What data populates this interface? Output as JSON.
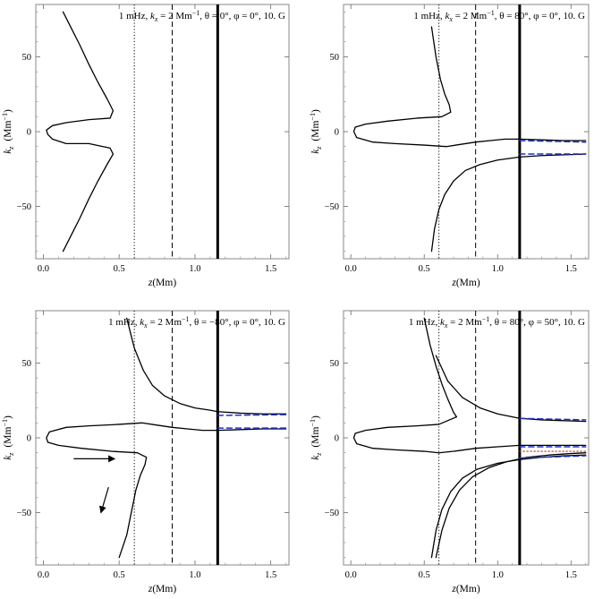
{
  "chart_data": [
    {
      "type": "line",
      "title": "1 mHz, k_x = 2 Mm^-1, θ = 0°, φ = 0°, 10. G",
      "title_parts": {
        "freq": "1 mHz, ",
        "kx_sym": "k",
        "kx_sub": "x",
        "kx_val": " = 2 Mm",
        "kx_exp": "−1",
        "theta": ", θ = 0°, ",
        "phi": "φ = 0°, 10. G"
      },
      "xlabel": "z",
      "xunit": "(Mm)",
      "ylabel": "k",
      "ylabel_sub": "z",
      "yunit": "(Mm",
      "yunit_exp": "−1",
      "yunit_close": ")",
      "xlim": [
        -0.05,
        1.62
      ],
      "ylim": [
        -85,
        85
      ],
      "xticks": [
        "0.0",
        "0.5",
        "1.0",
        "1.5"
      ],
      "xtick_values": [
        0.0,
        0.5,
        1.0,
        1.5
      ],
      "yticks": [
        "50",
        "0",
        "−50"
      ],
      "ytick_values": [
        50,
        0,
        -50
      ],
      "vlines": [
        {
          "x": 0.6,
          "style": "dotted"
        },
        {
          "x": 0.85,
          "style": "dashed"
        },
        {
          "x": 1.15,
          "style": "thick"
        }
      ],
      "series": [
        {
          "style": "solid",
          "color": "#000000",
          "x": [
            0.13,
            0.18,
            0.24,
            0.3,
            0.36,
            0.42,
            0.46,
            0.44,
            0.3,
            0.15,
            0.06,
            0.02,
            0.03,
            0.06,
            0.15,
            0.3,
            0.44,
            0.46,
            0.42,
            0.36,
            0.3,
            0.24,
            0.18,
            0.13
          ],
          "y": [
            80,
            70,
            58,
            45,
            33,
            22,
            14,
            9,
            8,
            6,
            4,
            1,
            -2,
            -5,
            -8,
            -8,
            -11,
            -15,
            -22,
            -33,
            -45,
            -58,
            -70,
            -80
          ]
        }
      ],
      "arrows": []
    },
    {
      "type": "line",
      "title": "1 mHz, k_x = 2 Mm^-1, θ = 80°, φ = 0°, 10. G",
      "title_parts": {
        "freq": "1 mHz, ",
        "kx_sym": "k",
        "kx_sub": "x",
        "kx_val": " = 2 Mm",
        "kx_exp": "−1",
        "theta": ", θ = 80°, ",
        "phi": "φ = 0°, 10. G"
      },
      "xlabel": "z",
      "xunit": "(Mm)",
      "ylabel": "k",
      "ylabel_sub": "z",
      "yunit": "(Mm",
      "yunit_exp": "−1",
      "yunit_close": ")",
      "xlim": [
        -0.05,
        1.62
      ],
      "ylim": [
        -85,
        85
      ],
      "xticks": [
        "0.0",
        "0.5",
        "1.0",
        "1.5"
      ],
      "xtick_values": [
        0.0,
        0.5,
        1.0,
        1.5
      ],
      "yticks": [
        "50",
        "0",
        "−50"
      ],
      "ytick_values": [
        50,
        0,
        -50
      ],
      "vlines": [
        {
          "x": 0.6,
          "style": "dotted"
        },
        {
          "x": 0.85,
          "style": "dashed"
        },
        {
          "x": 1.15,
          "style": "thick"
        }
      ],
      "series": [
        {
          "style": "solid",
          "color": "#000000",
          "x": [
            0.55,
            0.58,
            0.61,
            0.64,
            0.67,
            0.68,
            0.62,
            0.45,
            0.25,
            0.1,
            0.03,
            0.02,
            0.04,
            0.15,
            0.3,
            0.5,
            0.65,
            0.75,
            0.85,
            0.95,
            1.05,
            1.15,
            1.3,
            1.45,
            1.6
          ],
          "y": [
            70,
            50,
            35,
            25,
            18,
            13,
            10,
            9,
            7,
            5,
            3,
            0,
            -4,
            -7,
            -8,
            -9,
            -10,
            -8.5,
            -7,
            -6,
            -5,
            -5,
            -5.5,
            -6,
            -6
          ]
        },
        {
          "style": "solid",
          "color": "#000000",
          "x": [
            0.55,
            0.57,
            0.6,
            0.64,
            0.7,
            0.78,
            0.88,
            1.0,
            1.15,
            1.3,
            1.45,
            1.6
          ],
          "y": [
            -80,
            -65,
            -52,
            -42,
            -33,
            -26,
            -22,
            -19,
            -17,
            -16,
            -15.5,
            -15
          ]
        },
        {
          "style": "dashed",
          "color": "#1f2fc7",
          "x": [
            1.15,
            1.6
          ],
          "y": [
            -6,
            -7
          ]
        },
        {
          "style": "dashed",
          "color": "#1f2fc7",
          "x": [
            1.15,
            1.6
          ],
          "y": [
            -15,
            -15
          ]
        }
      ],
      "arrows": []
    },
    {
      "type": "line",
      "title": "1 mHz, k_x = 2 Mm^-1, θ = −80°, φ = 0°, 10. G",
      "title_parts": {
        "freq": "1 mHz, ",
        "kx_sym": "k",
        "kx_sub": "x",
        "kx_val": " = 2 Mm",
        "kx_exp": "−1",
        "theta": ", θ = −80°, ",
        "phi": "φ = 0°, 10. G"
      },
      "xlabel": "z",
      "xunit": "(Mm)",
      "ylabel": "k",
      "ylabel_sub": "z",
      "yunit": "(Mm",
      "yunit_exp": "−1",
      "yunit_close": ")",
      "xlim": [
        -0.05,
        1.62
      ],
      "ylim": [
        -85,
        85
      ],
      "xticks": [
        "0.0",
        "0.5",
        "1.0",
        "1.5"
      ],
      "xtick_values": [
        0.0,
        0.5,
        1.0,
        1.5
      ],
      "yticks": [
        "50",
        "0",
        "−50"
      ],
      "ytick_values": [
        50,
        0,
        -50
      ],
      "vlines": [
        {
          "x": 0.6,
          "style": "dotted"
        },
        {
          "x": 0.85,
          "style": "dashed"
        },
        {
          "x": 1.15,
          "style": "thick"
        }
      ],
      "series": [
        {
          "style": "solid",
          "color": "#000000",
          "x": [
            0.55,
            0.6,
            0.66,
            0.72,
            0.8,
            0.9,
            1.0,
            1.1,
            1.15,
            1.3,
            1.45,
            1.6
          ],
          "y": [
            80,
            60,
            45,
            35,
            28,
            23,
            20,
            18.5,
            17.5,
            16.5,
            16,
            16
          ]
        },
        {
          "style": "solid",
          "color": "#000000",
          "x": [
            1.6,
            1.45,
            1.3,
            1.15,
            1.05,
            0.95,
            0.85,
            0.75,
            0.65,
            0.5,
            0.3,
            0.15,
            0.04,
            0.02,
            0.03,
            0.1,
            0.25,
            0.45,
            0.62,
            0.68,
            0.67,
            0.64,
            0.61,
            0.58,
            0.55,
            0.5
          ],
          "y": [
            6,
            6,
            5.5,
            5,
            5,
            6,
            7,
            8.5,
            10,
            9,
            8,
            7,
            4,
            0,
            -3,
            -5,
            -7,
            -9,
            -10,
            -13,
            -18,
            -25,
            -35,
            -50,
            -65,
            -80
          ]
        },
        {
          "style": "dashed",
          "color": "#1f2fc7",
          "x": [
            1.15,
            1.6
          ],
          "y": [
            15,
            15.5
          ]
        },
        {
          "style": "dashed",
          "color": "#1f2fc7",
          "x": [
            1.15,
            1.6
          ],
          "y": [
            6.5,
            6.5
          ]
        }
      ],
      "arrows": [
        {
          "x1": 0.2,
          "y1": -14,
          "x2": 0.47,
          "y2": -14
        },
        {
          "x1": 0.43,
          "y1": -33,
          "x2": 0.38,
          "y2": -50
        }
      ]
    },
    {
      "type": "line",
      "title": "1 mHz, k_x = 2 Mm^-1, θ = 80°, φ = 50°, 10. G",
      "title_parts": {
        "freq": "1 mHz, ",
        "kx_sym": "k",
        "kx_sub": "x",
        "kx_val": " = 2 Mm",
        "kx_exp": "−1",
        "theta": ", θ = 80°, ",
        "phi": "φ = 50°, 10. G"
      },
      "xlabel": "z",
      "xunit": "(Mm)",
      "ylabel": "k",
      "ylabel_sub": "z",
      "yunit": "(Mm",
      "yunit_exp": "−1",
      "yunit_close": ")",
      "xlim": [
        -0.05,
        1.62
      ],
      "ylim": [
        -85,
        85
      ],
      "xticks": [
        "0.0",
        "0.5",
        "1.0",
        "1.5"
      ],
      "xtick_values": [
        0.0,
        0.5,
        1.0,
        1.5
      ],
      "yticks": [
        "50",
        "0",
        "−50"
      ],
      "ytick_values": [
        50,
        0,
        -50
      ],
      "vlines": [
        {
          "x": 0.6,
          "style": "dotted"
        },
        {
          "x": 0.85,
          "style": "dashed"
        },
        {
          "x": 1.15,
          "style": "thick"
        }
      ],
      "series": [
        {
          "style": "solid",
          "color": "#000000",
          "x": [
            0.5,
            0.54,
            0.58,
            0.62,
            0.66,
            0.7,
            0.72
          ],
          "y": [
            80,
            62,
            48,
            36,
            26,
            17,
            14
          ]
        },
        {
          "style": "solid",
          "color": "#000000",
          "x": [
            0.58,
            0.66,
            0.76,
            0.88,
            1.0,
            1.15,
            1.3,
            1.45,
            1.6
          ],
          "y": [
            55,
            38,
            27,
            20,
            16,
            13,
            12,
            11.5,
            11
          ]
        },
        {
          "style": "solid",
          "color": "#000000",
          "x": [
            0.72,
            0.6,
            0.45,
            0.25,
            0.1,
            0.03,
            0.02,
            0.04,
            0.15,
            0.3,
            0.5,
            0.6,
            0.7,
            0.85,
            1.0,
            1.15,
            1.3,
            1.45,
            1.6
          ],
          "y": [
            14,
            9,
            8,
            7,
            5,
            3,
            0,
            -4,
            -7,
            -8,
            -9,
            -10,
            -9,
            -7,
            -6,
            -5,
            -5,
            -5,
            -5
          ]
        },
        {
          "style": "solid",
          "color": "#000000",
          "x": [
            0.55,
            0.58,
            0.62,
            0.68,
            0.76,
            0.86,
            1.0,
            1.15,
            1.3,
            1.45,
            1.6
          ],
          "y": [
            -80,
            -62,
            -48,
            -36,
            -27,
            -21,
            -17,
            -14.5,
            -13,
            -12,
            -11.5
          ]
        },
        {
          "style": "solid",
          "color": "#000000",
          "x": [
            0.58,
            0.62,
            0.67,
            0.74,
            0.83,
            0.94,
            1.06,
            1.2,
            1.35,
            1.5,
            1.6
          ],
          "y": [
            -80,
            -62,
            -47,
            -35,
            -26,
            -20,
            -16,
            -13,
            -11.5,
            -10.5,
            -10
          ]
        },
        {
          "style": "dashed",
          "color": "#1f2fc7",
          "x": [
            1.15,
            1.6
          ],
          "y": [
            13,
            12
          ]
        },
        {
          "style": "dashed",
          "color": "#1f2fc7",
          "x": [
            1.15,
            1.6
          ],
          "y": [
            -6,
            -6
          ]
        },
        {
          "style": "dashed",
          "color": "#1f2fc7",
          "x": [
            1.15,
            1.6
          ],
          "y": [
            -13.5,
            -12
          ]
        },
        {
          "style": "dotted",
          "color": "#c0392b",
          "x": [
            1.15,
            1.6
          ],
          "y": [
            -9,
            -9
          ]
        }
      ],
      "arrows": []
    }
  ]
}
